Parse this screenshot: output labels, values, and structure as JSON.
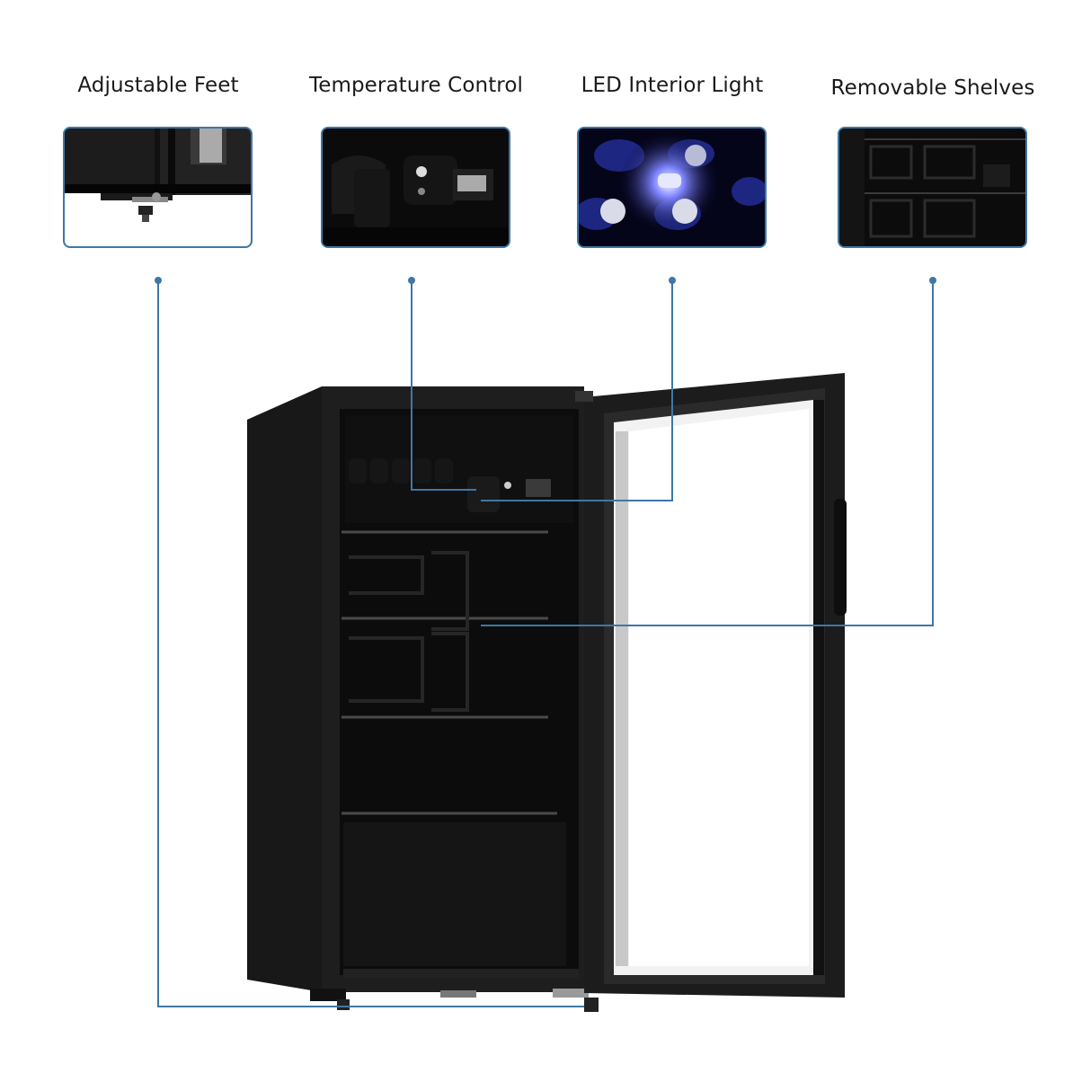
{
  "features": [
    {
      "label": "Adjustable Feet",
      "thumb": "adjustable-feet-closeup"
    },
    {
      "label": "Temperature Control",
      "thumb": "temperature-control-closeup"
    },
    {
      "label": "LED Interior Light",
      "thumb": "led-interior-light-closeup"
    },
    {
      "label": "Removable Shelves",
      "thumb": "removable-shelves-closeup"
    }
  ],
  "colors": {
    "callout_line": "#3f77a6",
    "fridge_body": "#1b1b1b",
    "led_blue": "#2a3bff"
  }
}
